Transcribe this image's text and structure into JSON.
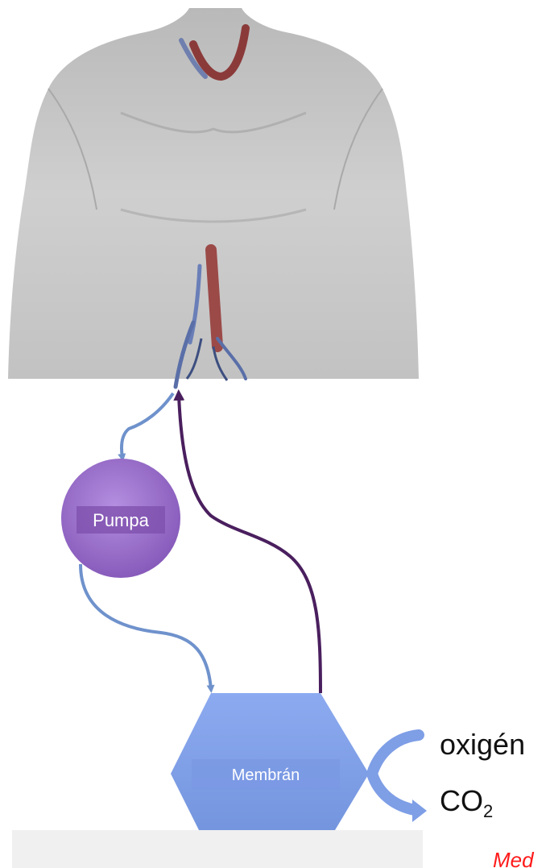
{
  "nodes": {
    "pump": {
      "label": "Pumpa"
    },
    "membrane": {
      "label": "Membrán"
    }
  },
  "gas_exchange": {
    "oxygen_label": "oxigén",
    "co2_base": "CO",
    "co2_subscript": "2"
  },
  "caption_fragment": "Med",
  "colors": {
    "pump_fill": "#9467c8",
    "membrane_fill": "#7e9ee6",
    "venous_arrow": "#6f92cc",
    "arterial_arrow": "#5b2a6e",
    "caption_red": "#ff1a1a"
  },
  "icons": {
    "torso": "human-torso-illustration",
    "gas_arrows": "curved-split-arrow-icon"
  }
}
